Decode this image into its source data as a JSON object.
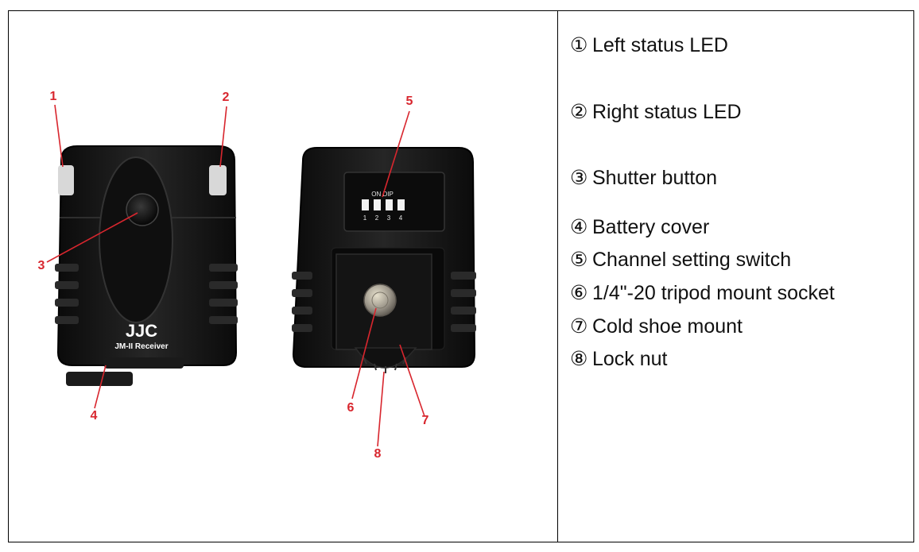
{
  "legend": [
    {
      "marker": "①",
      "label": "Left status LED"
    },
    {
      "marker": "②",
      "label": "Right status LED"
    },
    {
      "marker": "③",
      "label": "Shutter button"
    },
    {
      "marker": "④",
      "label": "Battery cover"
    },
    {
      "marker": "⑤",
      "label": "Channel setting switch"
    },
    {
      "marker": "⑥",
      "label": "1/4\"-20 tripod mount socket"
    },
    {
      "marker": "⑦",
      "label": "Cold shoe mount"
    },
    {
      "marker": "⑧",
      "label": "Lock nut"
    }
  ],
  "callouts": [
    "1",
    "2",
    "3",
    "4",
    "5",
    "6",
    "7",
    "8"
  ],
  "device": {
    "brand": "JJC",
    "model": "JM-II Receiver",
    "dip_header": "ON  DIP",
    "dip_numbers": [
      "1",
      "2",
      "3",
      "4"
    ]
  },
  "colors": {
    "callout": "#d8262e",
    "body": "#141414",
    "led": "#d8d8d8"
  }
}
